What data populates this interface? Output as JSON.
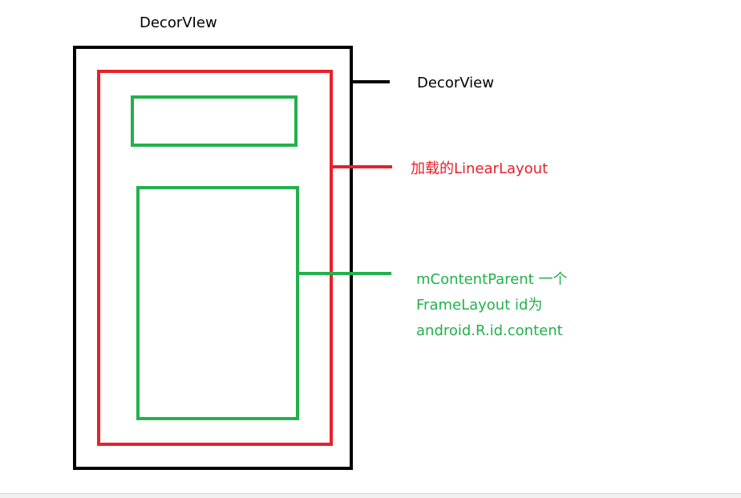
{
  "diagram": {
    "title": "DecorVIew",
    "labels": {
      "decor_view": "DecorView",
      "linear_layout": "加载的LinearLayout",
      "content_parent_lines": [
        "mContentParent 一个",
        "FrameLayout id为",
        "android.R.id.content"
      ]
    },
    "colors": {
      "decor_view": "#000000",
      "linear_layout": "#e8202a",
      "frame_layout": "#22b14c"
    }
  }
}
